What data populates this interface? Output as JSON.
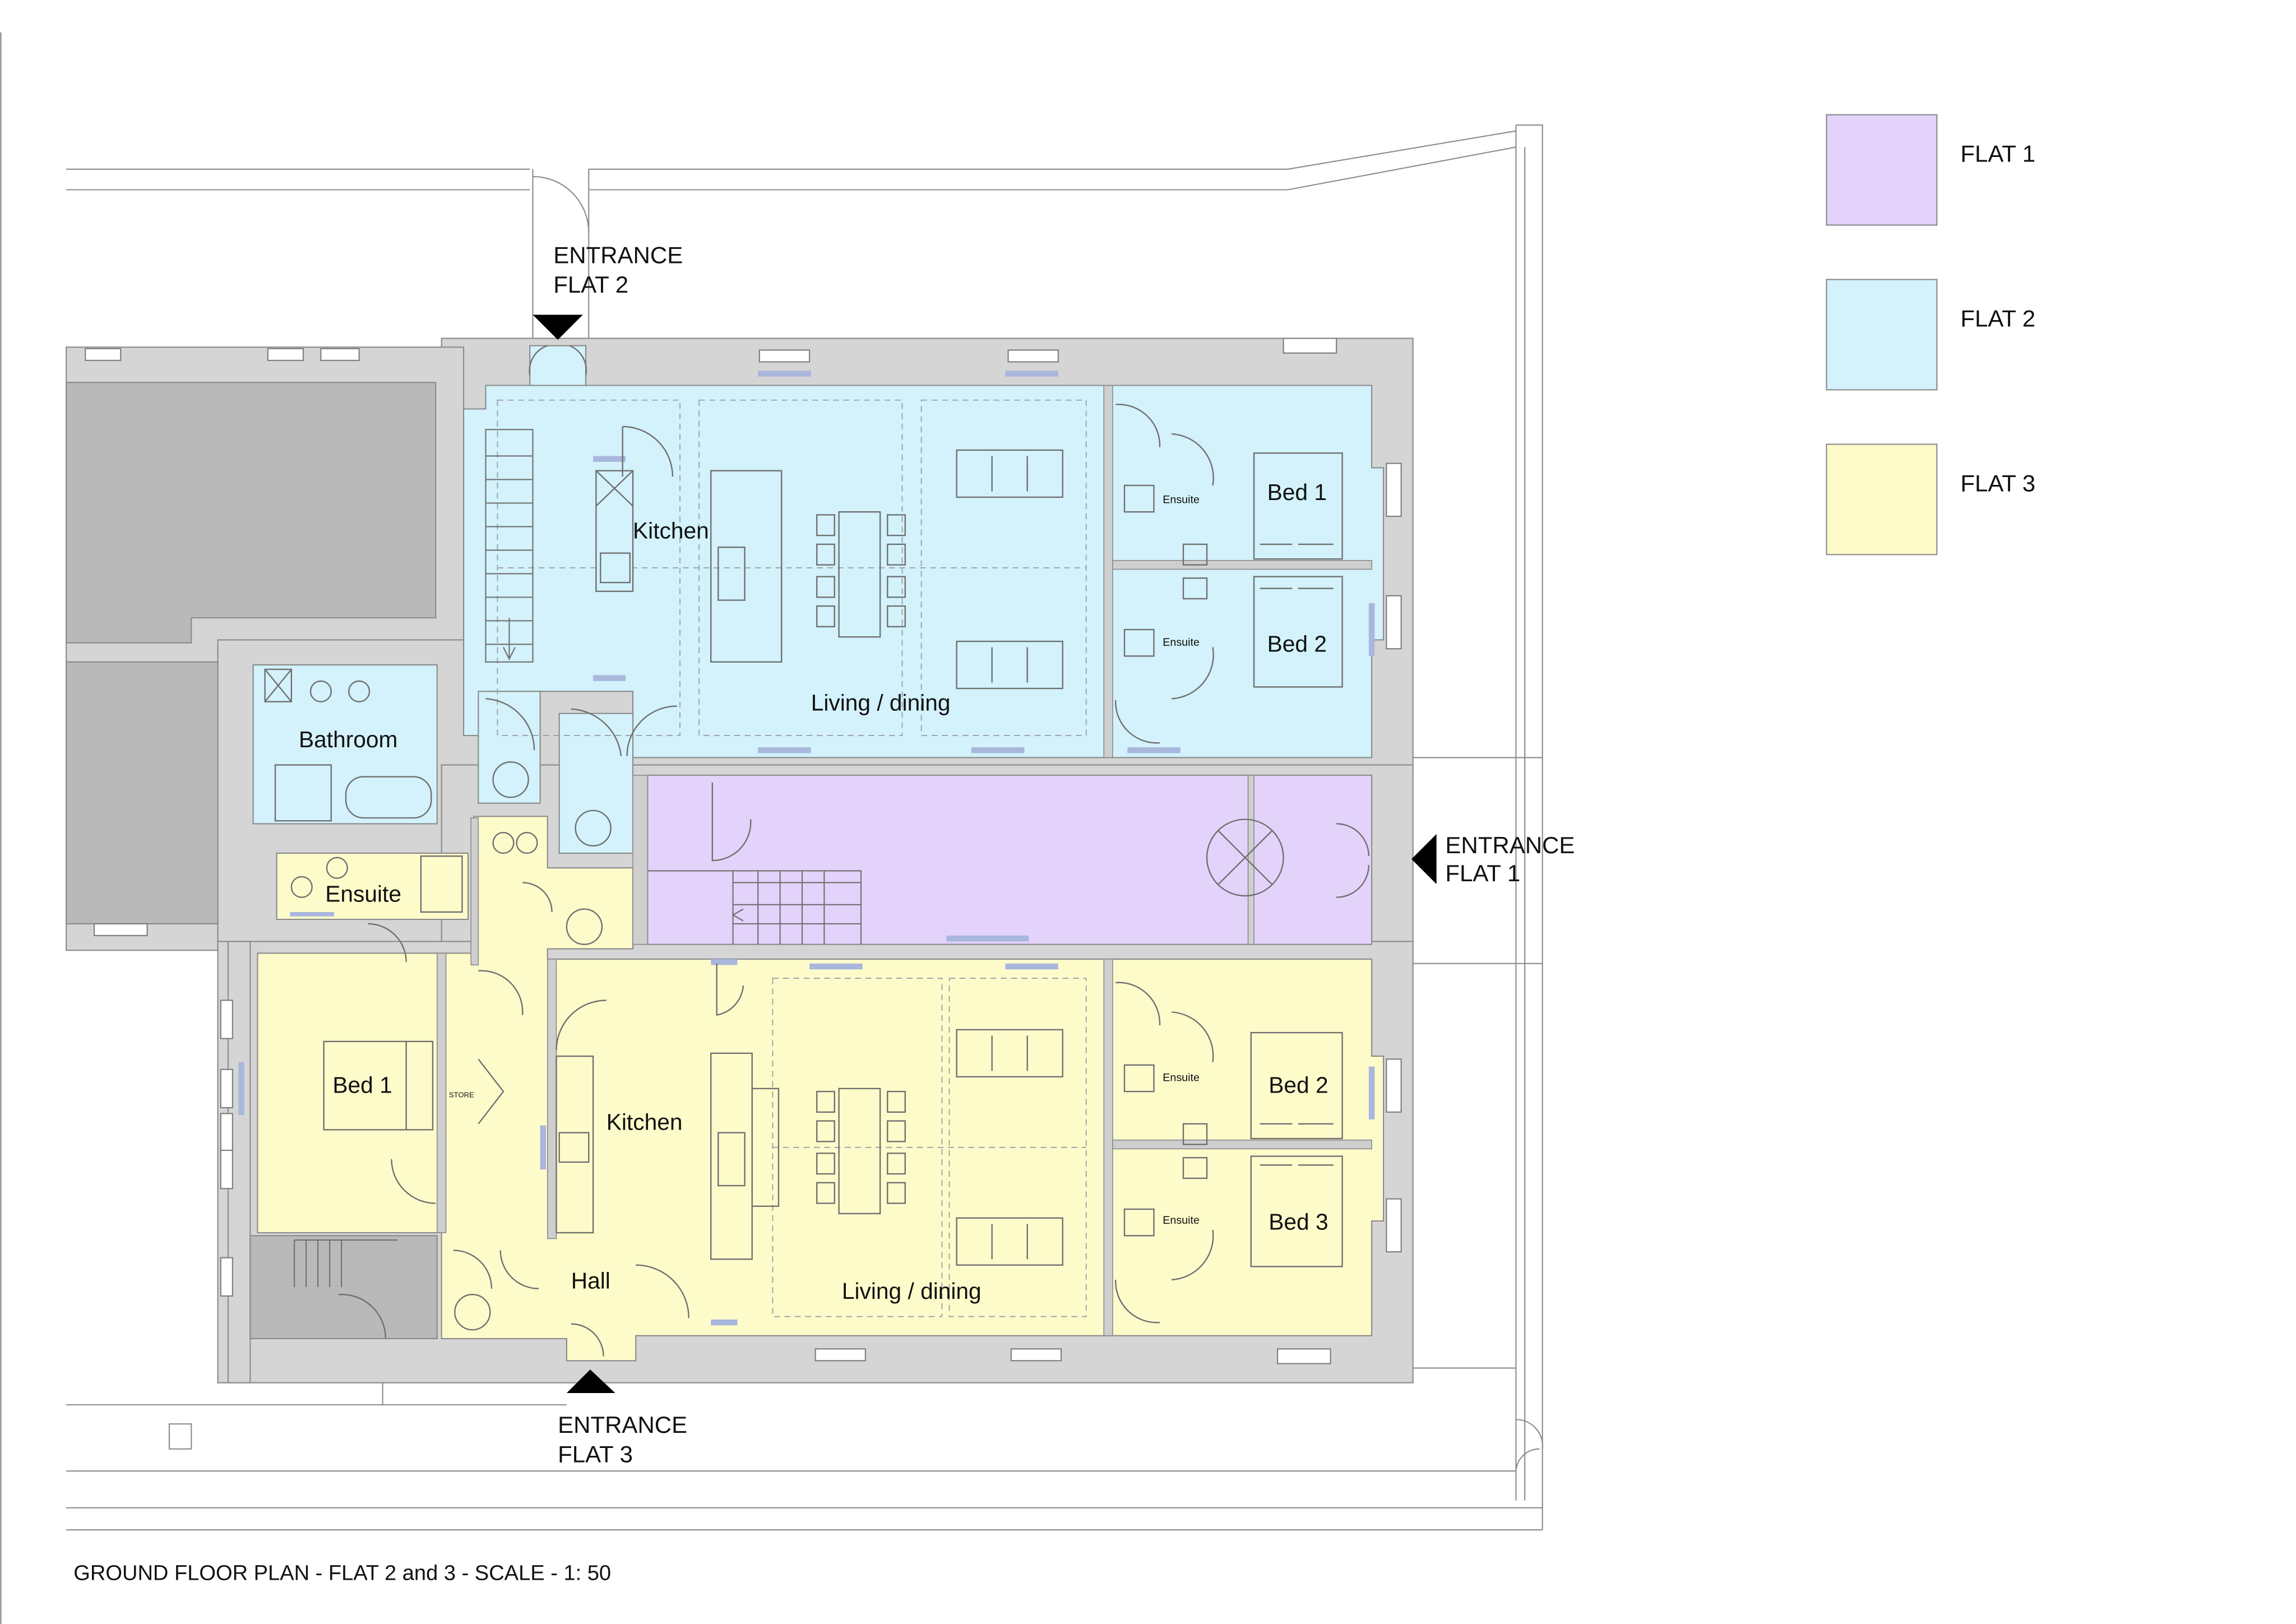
{
  "legend": {
    "flat1": {
      "label": "FLAT 1",
      "color": "#e3d3fb"
    },
    "flat2": {
      "label": "FLAT 2",
      "color": "#d3f2fb"
    },
    "flat3": {
      "label": "FLAT 3",
      "color": "#fefbcb"
    }
  },
  "entrances": {
    "flat2": {
      "line1": "ENTRANCE",
      "line2": "FLAT 2"
    },
    "flat1": {
      "line1": "ENTRANCE",
      "line2": "FLAT 1"
    },
    "flat3": {
      "line1": "ENTRANCE",
      "line2": "FLAT 3"
    }
  },
  "rooms": {
    "flat2": {
      "kitchen": "Kitchen",
      "living": "Living / dining",
      "bed1": "Bed 1",
      "bed2": "Bed 2",
      "ensuite_a": "Ensuite",
      "ensuite_b": "Ensuite",
      "bathroom": "Bathroom"
    },
    "flat3": {
      "ensuite": "Ensuite",
      "bed1": "Bed 1",
      "store": "STORE",
      "kitchen": "Kitchen",
      "hall": "Hall",
      "living": "Living / dining",
      "bed2": "Bed 2",
      "bed3": "Bed 3",
      "ensuite_a": "Ensuite",
      "ensuite_b": "Ensuite"
    }
  },
  "title": "GROUND FLOOR PLAN - FLAT 2 and 3 - SCALE - 1: 50",
  "colors": {
    "wall": "#d5d5d5",
    "neighbour": "#b9b9b9",
    "window": "#a9b7dd"
  }
}
